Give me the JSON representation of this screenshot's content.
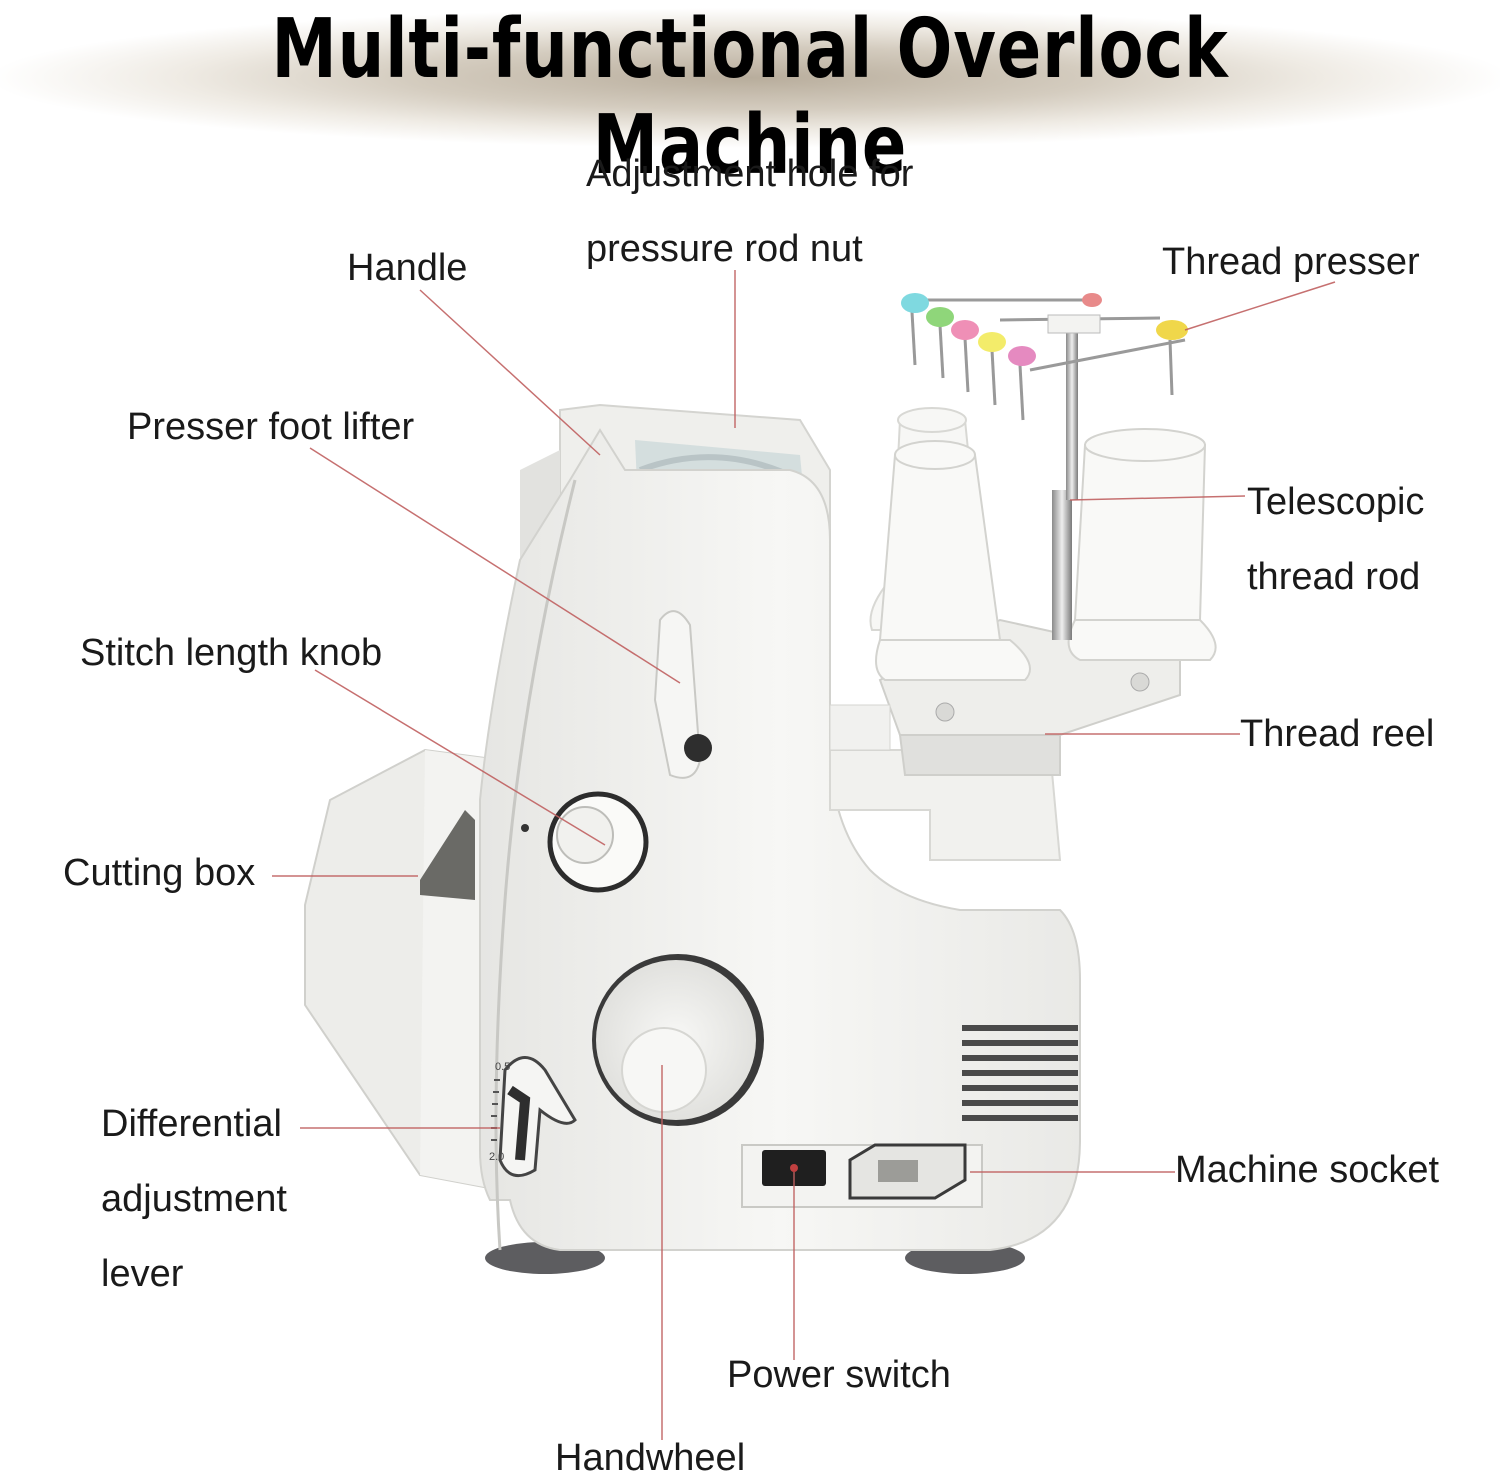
{
  "title": "Multi-functional Overlock Machine",
  "labels": {
    "adjustment_hole": [
      "Adjustment hole for",
      "pressure rod nut"
    ],
    "handle": "Handle",
    "thread_presser": "Thread presser",
    "presser_foot_lifter": "Presser foot lifter",
    "telescopic_rod": [
      "Telescopic",
      "thread rod"
    ],
    "stitch_length_knob": "Stitch length knob",
    "thread_reel": "Thread reel",
    "cutting_box": "Cutting box",
    "differential_lever": [
      "Differential",
      "adjustment",
      "lever"
    ],
    "machine_socket": "Machine socket",
    "power_switch": "Power switch",
    "handwheel": "Handwheel"
  },
  "dial_marks": [
    "0.5",
    "2.0"
  ],
  "colors": {
    "machine_body": "#f4f4f2",
    "leader_line": "#c06060",
    "thread_guides": [
      "#7fd9e0",
      "#8fd67a",
      "#ef8fb6",
      "#f3ec6a",
      "#e58ac0"
    ]
  }
}
